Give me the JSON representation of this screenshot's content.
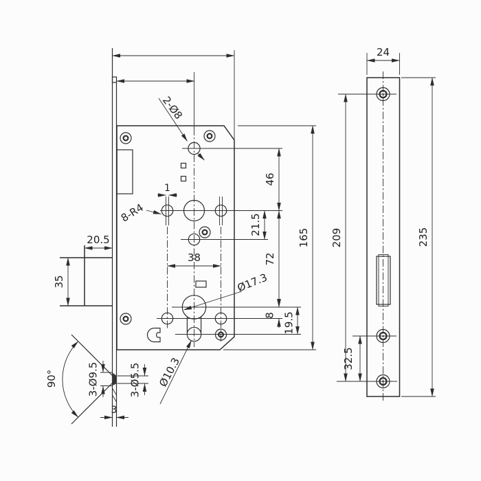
{
  "drawing": {
    "subject": "mortise lock case and faceplate technical drawing",
    "line_color": "#2d2d2d",
    "background": "#fcfcfc"
  },
  "dims": {
    "hub_holes": "2-Ø8",
    "corner_radius": "8-R4",
    "spindle_offset": "1",
    "hub_to_spindle": "46",
    "spindle_to_stop_hole": "21.5",
    "case_height": "165",
    "spindle_hole_spacing": "38",
    "spindle_to_cylinder": "72",
    "latch_projection": "20.5",
    "latch_height": "35",
    "cylinder_bore": "Ø17.3",
    "cylinder_to_side_holes": "8",
    "cylinder_to_lower_bore": "19.5",
    "lower_bore": "Ø10.3",
    "countersink_angle": "90°",
    "countersink_outer": "3-Ø9.5",
    "countersink_inner": "3-Ø5.5",
    "faceplate_thickness": "3",
    "faceplate_width": "24",
    "screw_hole_span": "209",
    "faceplate_length": "235",
    "lower_screw_span": "32.5"
  }
}
